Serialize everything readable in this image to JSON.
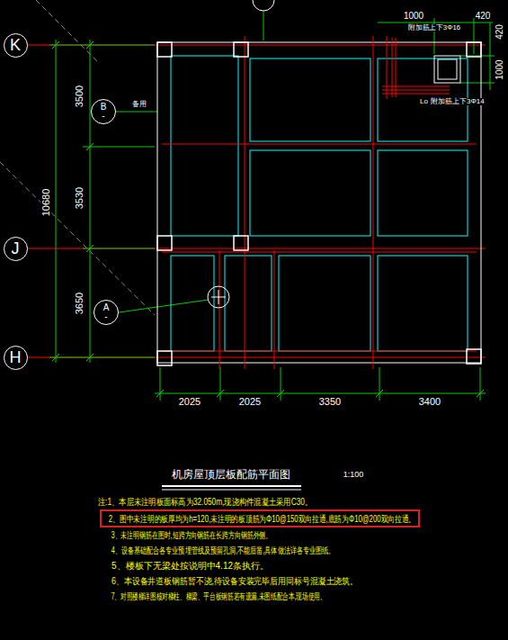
{
  "diagram": {
    "title": "机房屋顶层板配筋平面图",
    "nodes": [
      {
        "text": [
          "K"
        ]
      },
      {
        "text": [
          "J"
        ]
      },
      {
        "text": [
          "H"
        ]
      },
      {
        "text": [
          "B",
          "-"
        ]
      },
      {
        "text": [
          "A",
          "-"
        ]
      }
    ],
    "edges": [],
    "labels": [
      "3500",
      "3530",
      "3650",
      "10680",
      "2025",
      "2025",
      "3350",
      "3400",
      "1000",
      "420",
      "420",
      "1000",
      "附加筋上下3Φ16",
      "Lo",
      "附加筋上下3Φ14",
      "备用",
      "1:100",
      "注:1、本层未注明板面标高为32.050m,现浇构件混凝土采用C30。",
      "2、图中未注明的板厚均为h=120,未注明的板顶筋为Φ10@150双向拉通,底筋为Φ10@200双向拉通。",
      "3、未注明钢筋在图时,短跨方向钢筋在长跨方向钢筋外侧。",
      "4、设备基础配合各专业预埋管线及预留孔洞,不能后凿,具体做法详各专业图纸。",
      "5、楼板下无梁处按说明中4.12条执行。",
      "6、本设备井道板钢筋暂不浇,待设备安装完毕后用同标号混凝土浇筑。",
      "7、对照楼梯详图核对梯柱、梯梁、平台板钢筋若有遗漏,未图纸配合本,现场使用。"
    ]
  }
}
